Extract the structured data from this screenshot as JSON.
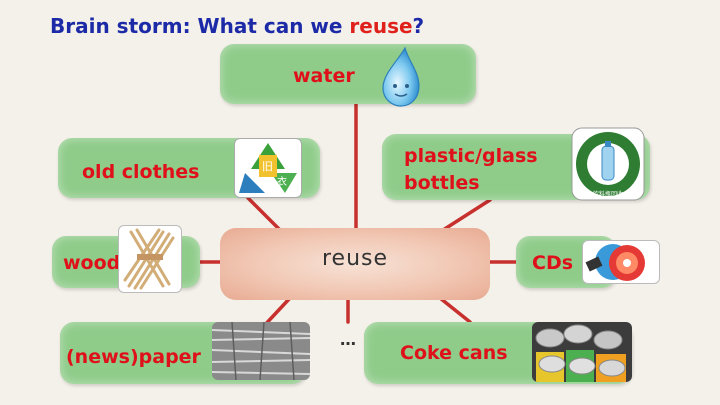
{
  "title": {
    "prefix": "Brain storm: What can we ",
    "highlight": "reuse",
    "suffix": "?"
  },
  "center": {
    "label": "reuse"
  },
  "nodes": {
    "water": "water",
    "plastic_glass_line1": "plastic/glass",
    "plastic_glass_line2": "bottles",
    "old_clothes": "old clothes",
    "wood": "wood",
    "cds": "CDs",
    "newspaper": "(news)paper",
    "coke_cans": "Coke cans",
    "more": "…"
  },
  "icons": {
    "water": "water-drop-icon",
    "old_clothes": "recycle-clothes-icon",
    "plastic_glass": "bottle-recycling-icon",
    "wood": "wooden-sticks-icon",
    "cds": "cd-disc-icon",
    "newspaper": "newspaper-stack-icon",
    "coke_cans": "soda-cans-icon"
  },
  "colors": {
    "title": "#1d2aa8",
    "highlight": "#e0201a",
    "node_fill": "#8fcc8a",
    "node_text": "#e0101a",
    "connector": "#c8302e"
  }
}
